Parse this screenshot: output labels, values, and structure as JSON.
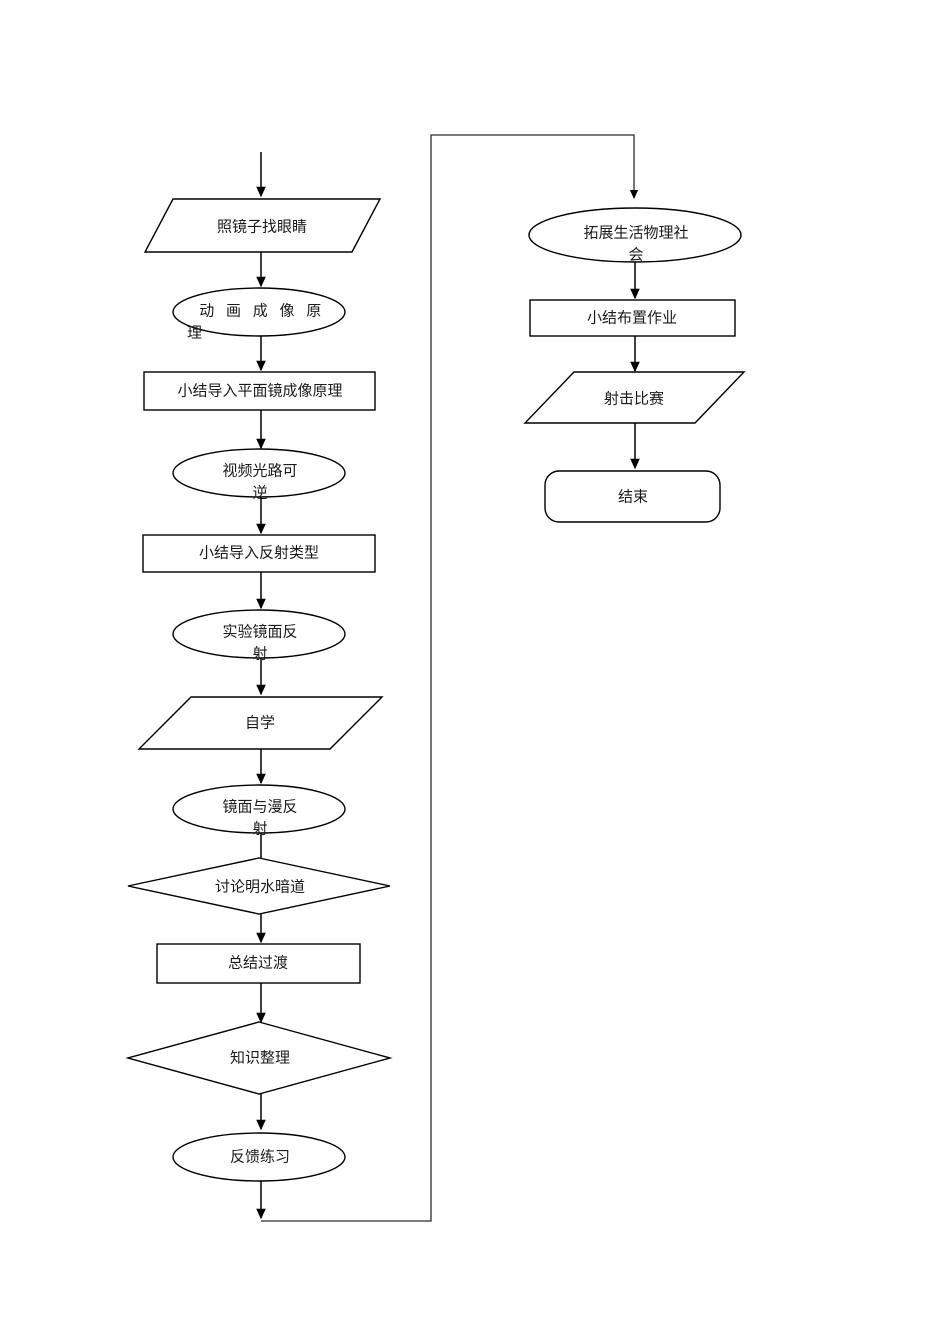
{
  "diagram": {
    "title": "physics-lesson-flowchart",
    "background_color": "#ffffff",
    "line_color": "#000000",
    "text_color": "#1a1a1a"
  },
  "nodes": {
    "n1": {
      "label": "照镜子找眼睛",
      "shape": "parallelogram"
    },
    "n2a": {
      "label": "动 画 成 像 原",
      "shape": "ellipse"
    },
    "n2b": {
      "label": "理",
      "shape": "ellipse"
    },
    "n3": {
      "label": "小结导入平面镜成像原理",
      "shape": "rectangle"
    },
    "n4a": {
      "label": "视频光路可",
      "shape": "ellipse"
    },
    "n4b": {
      "label": "逆",
      "shape": "ellipse"
    },
    "n5": {
      "label": "小结导入反射类型",
      "shape": "rectangle"
    },
    "n6a": {
      "label": "实验镜面反",
      "shape": "ellipse"
    },
    "n6b": {
      "label": "射",
      "shape": "ellipse"
    },
    "n7": {
      "label": "自学",
      "shape": "parallelogram"
    },
    "n8a": {
      "label": "镜面与漫反",
      "shape": "ellipse"
    },
    "n8b": {
      "label": "射",
      "shape": "ellipse"
    },
    "n9": {
      "label": "讨论明水暗道",
      "shape": "diamond"
    },
    "n10": {
      "label": "总结过渡",
      "shape": "rectangle"
    },
    "n11": {
      "label": "知识整理",
      "shape": "diamond"
    },
    "n12": {
      "label": "反馈练习",
      "shape": "ellipse"
    },
    "n13a": {
      "label": "拓展生活物理社",
      "shape": "ellipse"
    },
    "n13b": {
      "label": "会",
      "shape": "ellipse"
    },
    "n14": {
      "label": "小结布置作业",
      "shape": "rectangle"
    },
    "n15": {
      "label": "射击比赛",
      "shape": "parallelogram"
    },
    "n16": {
      "label": "结束",
      "shape": "rounded-rectangle"
    }
  }
}
